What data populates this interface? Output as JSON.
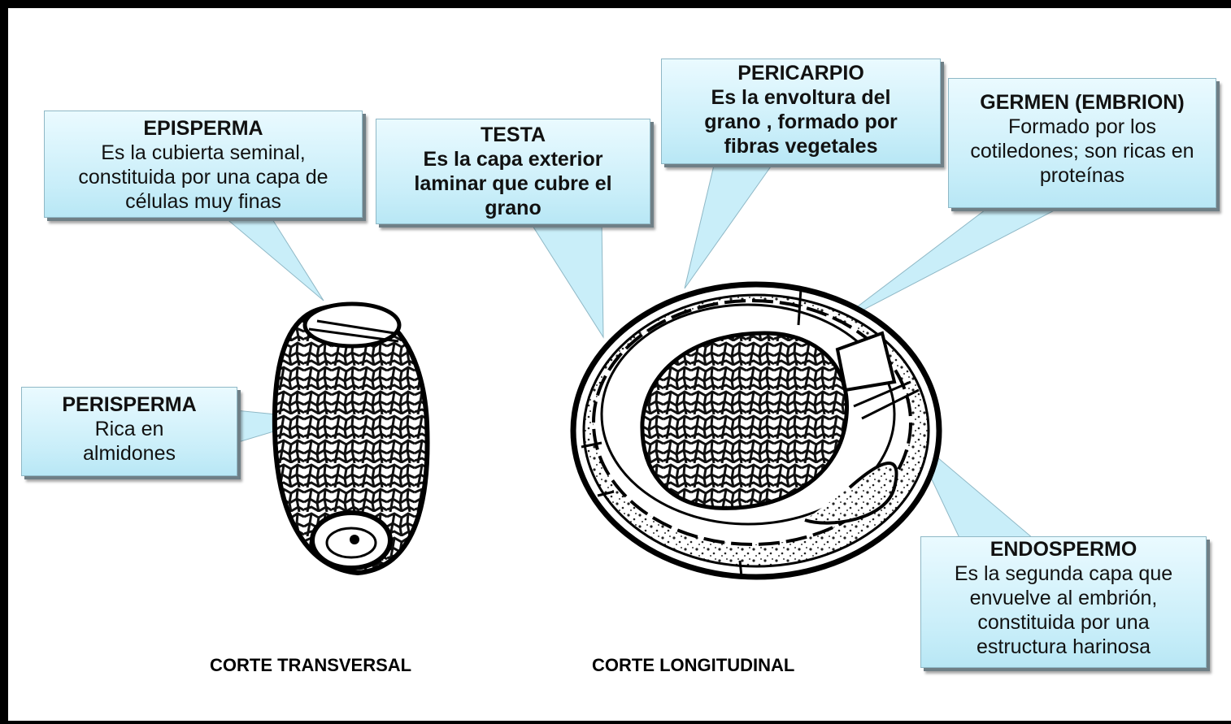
{
  "callouts": {
    "episperma": {
      "title": "EPISPERMA",
      "body": "Es la cubierta seminal, constituida por una capa de células muy finas"
    },
    "testa": {
      "title": "TESTA",
      "body": "Es la capa exterior laminar que cubre el grano"
    },
    "pericarpio": {
      "title": "PERICARPIO",
      "body": "Es la envoltura del grano , formado por fibras vegetales"
    },
    "germen": {
      "title": "GERMEN (EMBRION)",
      "body": "Formado por los cotiledones; son ricas en proteínas"
    },
    "perisperma": {
      "title": "PERISPERMA",
      "body": "Rica en almidones"
    },
    "endospermo": {
      "title": "ENDOSPERMO",
      "body": "Es la segunda capa que envuelve al embrión, constituida por una estructura harinosa"
    }
  },
  "captions": {
    "transversal": "CORTE TRANSVERSAL",
    "longitudinal": "CORTE LONGITUDINAL"
  },
  "colors": {
    "callout_fill": "#c9eef9",
    "frame": "#000000"
  }
}
